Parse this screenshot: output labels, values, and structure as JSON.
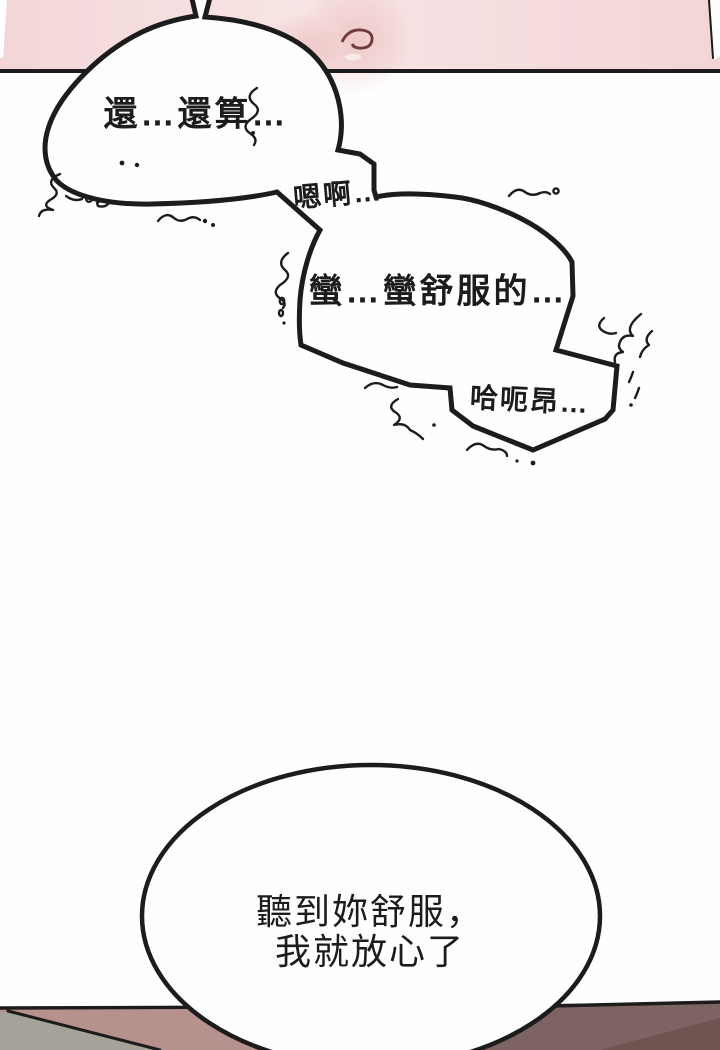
{
  "speech": {
    "bubble1": "還…還算…",
    "sfx1": "嗯啊…",
    "bubble2": "蠻…蠻舒服的…",
    "sfx2": "哈呃昂…",
    "bubble3_line1": "聽到妳舒服，",
    "bubble3_line2": "我就放心了"
  },
  "colors": {
    "ink": "#1c1c1c",
    "paper": "#fefefe",
    "skin_pink": "#f3d5d7",
    "skin_highlight": "#f9eae8",
    "navel": "#70393b",
    "floor_left": "#b7918e",
    "floor_right": "#7d6361",
    "floor_right_dark": "#6f5452",
    "floor_gray": "#a5a29a"
  }
}
